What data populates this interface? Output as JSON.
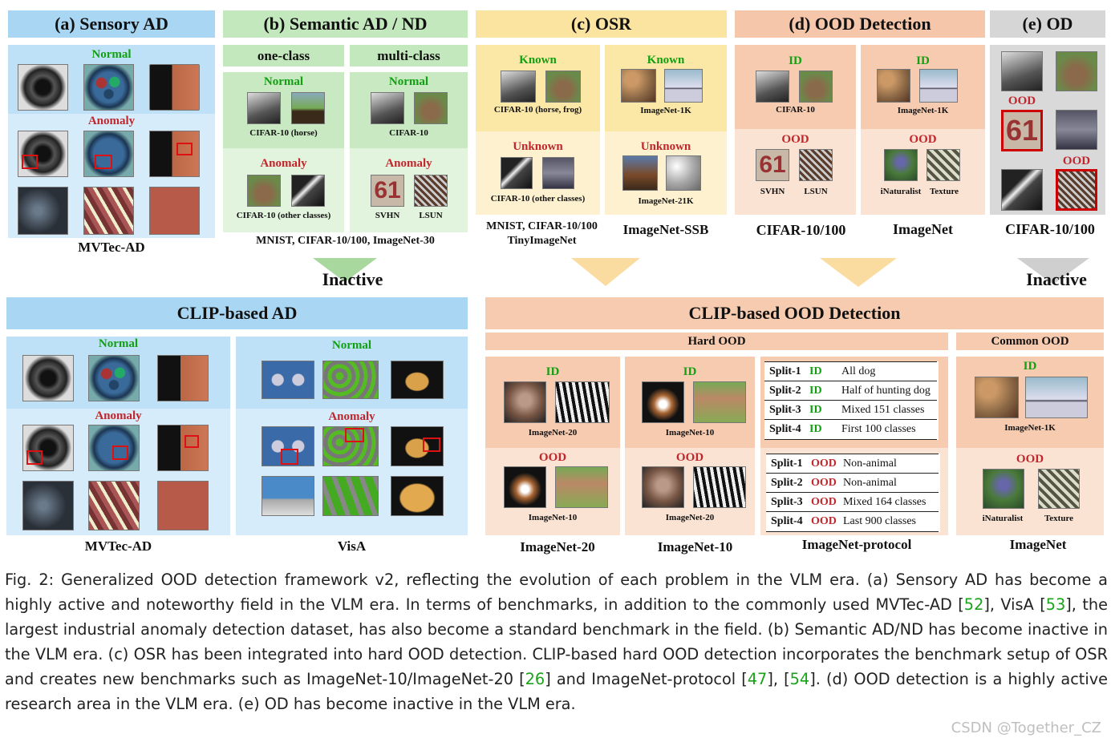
{
  "sections": {
    "a": {
      "title": "(a) Sensory AD",
      "normal": "Normal",
      "anomaly": "Anomaly",
      "dataset": "MVTec-AD"
    },
    "b": {
      "title": "(b) Semantic AD / ND",
      "one_class": "one-class",
      "multi_class": "multi-class",
      "normal": "Normal",
      "anomaly": "Anomaly",
      "one_normal_cap": "CIFAR-10 (horse)",
      "one_anom_cap": "CIFAR-10 (other classes)",
      "multi_normal_cap": "CIFAR-10",
      "multi_anom_cap1": "SVHN",
      "multi_anom_cap2": "LSUN",
      "datasets": "MNIST, CIFAR-10/100, ImageNet-30",
      "status": "Inactive"
    },
    "c": {
      "title": "(c) OSR",
      "known": "Known",
      "unknown": "Unknown",
      "left_known_cap": "CIFAR-10 (horse, frog)",
      "left_unknown_cap": "CIFAR-10 (other classes)",
      "right_known_cap": "ImageNet-1K",
      "right_unknown_cap": "ImageNet-21K",
      "left_dataset_line1": "MNIST, CIFAR-10/100",
      "left_dataset_line2": "TinyImageNet",
      "right_dataset": "ImageNet-SSB"
    },
    "d": {
      "title": "(d) OOD Detection",
      "id": "ID",
      "ood": "OOD",
      "left_id_cap": "CIFAR-10",
      "left_ood_cap1": "SVHN",
      "left_ood_cap2": "LSUN",
      "right_id_cap": "ImageNet-1K",
      "right_ood_cap1": "iNaturalist",
      "right_ood_cap2": "Texture",
      "left_dataset": "CIFAR-10/100",
      "right_dataset": "ImageNet"
    },
    "e": {
      "title": "(e) OD",
      "ood": "OOD",
      "dataset": "CIFAR-10/100",
      "status": "Inactive"
    }
  },
  "clip_ad": {
    "title": "CLIP-based AD",
    "normal": "Normal",
    "anomaly": "Anomaly",
    "left_dataset": "MVTec-AD",
    "right_dataset": "VisA"
  },
  "clip_ood": {
    "title": "CLIP-based OOD Detection",
    "hard": "Hard OOD",
    "common": "Common OOD",
    "id": "ID",
    "ood": "OOD",
    "in20_id_cap": "ImageNet-20",
    "in20_ood_cap": "ImageNet-10",
    "in10_id_cap": "ImageNet-10",
    "in10_ood_cap": "ImageNet-20",
    "in20_dataset": "ImageNet-20",
    "in10_dataset": "ImageNet-10",
    "protocol_dataset": "ImageNet-protocol",
    "common_id_cap": "ImageNet-1K",
    "common_ood_cap1": "iNaturalist",
    "common_ood_cap2": "Texture",
    "common_dataset": "ImageNet",
    "id_splits": [
      {
        "split": "Split-1",
        "tag": "ID",
        "desc": "All dog"
      },
      {
        "split": "Split-2",
        "tag": "ID",
        "desc": "Half of hunting dog"
      },
      {
        "split": "Split-3",
        "tag": "ID",
        "desc": "Mixed 151 classes"
      },
      {
        "split": "Split-4",
        "tag": "ID",
        "desc": "First 100 classes"
      }
    ],
    "ood_splits": [
      {
        "split": "Split-1",
        "tag": "OOD",
        "desc": "Non-animal"
      },
      {
        "split": "Split-2",
        "tag": "OOD",
        "desc": "Non-animal"
      },
      {
        "split": "Split-3",
        "tag": "OOD",
        "desc": "Mixed 164 classes"
      },
      {
        "split": "Split-4",
        "tag": "OOD",
        "desc": "Last 900 classes"
      }
    ]
  },
  "caption": {
    "p1": "Fig. 2: Generalized OOD detection framework v2, reflecting the evolution of each problem in the VLM era. (a) Sensory AD has become a highly active and noteworthy field in the VLM era. In terms of benchmarks, in addition to the commonly used MVTec-AD [",
    "r1": "52",
    "p2": "], VisA [",
    "r2": "53",
    "p3": "], the largest industrial anomaly detection dataset, has also become a standard benchmark in the field. (b) Semantic AD/ND has become inactive in the VLM era. (c) OSR has been integrated into hard OOD detection. CLIP-based hard OOD detection incorporates the benchmark setup of OSR and creates new benchmarks such as ImageNet-10/ImageNet-20 [",
    "r3": "26",
    "p4": "] and ImageNet-protocol [",
    "r4": "47",
    "p5": "], [",
    "r5": "54",
    "p6": "]. (d) OOD detection is a highly active research area in the VLM era. (e) OD has become inactive in the VLM era."
  },
  "watermark": "CSDN @Together_CZ",
  "colors": {
    "blue": "#bfe1f7",
    "blue_dark": "#a7d4f3",
    "green": "#c8e9c2",
    "yellow": "#fbe8a6",
    "yellow_light": "#fdf1cf",
    "orange": "#f6cbb0",
    "orange_light": "#fbe3d3",
    "gray": "#d9d9d9",
    "normal_green": "#12a012",
    "anomaly_red": "#c0262c"
  }
}
